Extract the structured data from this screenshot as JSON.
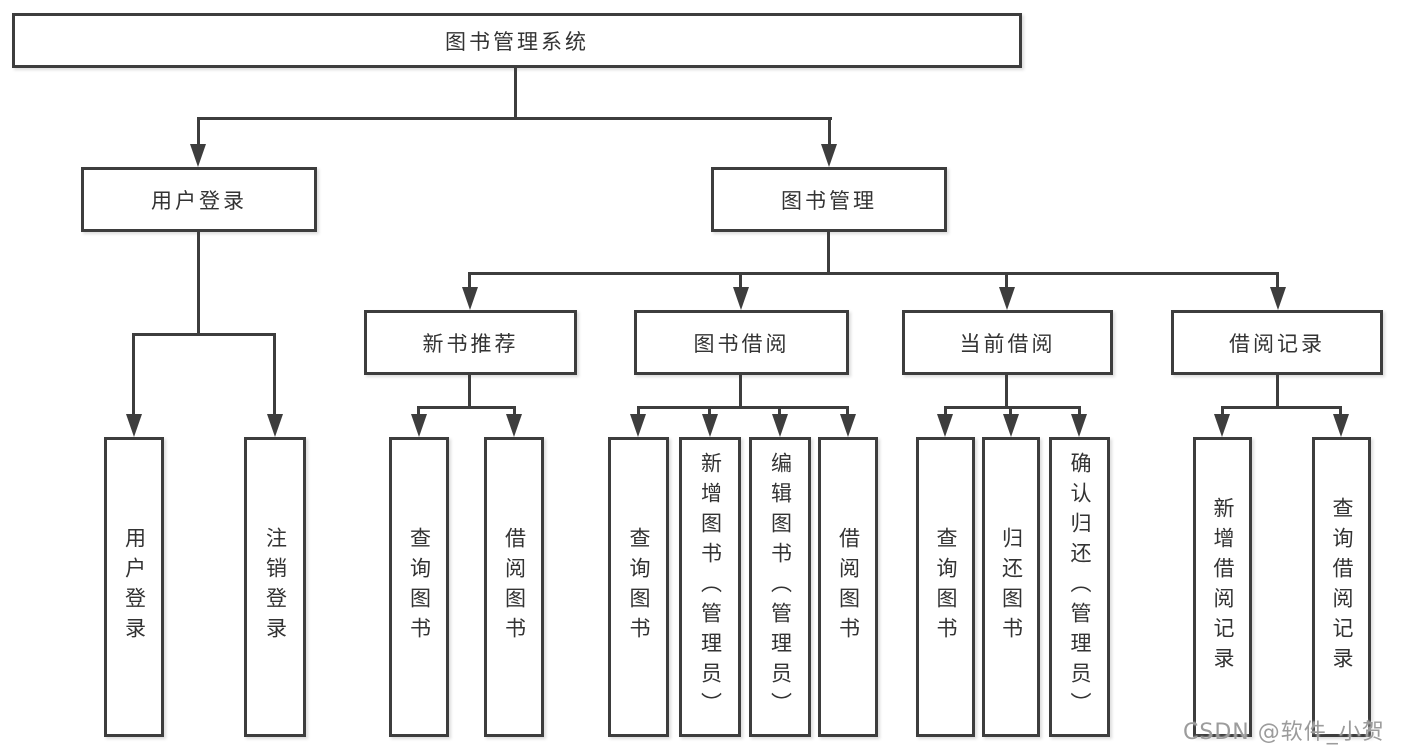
{
  "tree": {
    "root": {
      "label": "图书管理系统"
    },
    "user_login": {
      "label": "用户登录",
      "children": [
        {
          "label": "用户登录"
        },
        {
          "label": "注销登录"
        }
      ]
    },
    "book_mgmt": {
      "label": "图书管理",
      "children": [
        {
          "label": "新书推荐",
          "children": [
            {
              "label": "查询图书"
            },
            {
              "label": "借阅图书"
            }
          ]
        },
        {
          "label": "图书借阅",
          "children": [
            {
              "label": "查询图书"
            },
            {
              "label": "新增图书（管理员）"
            },
            {
              "label": "编辑图书（管理员）"
            },
            {
              "label": "借阅图书"
            }
          ]
        },
        {
          "label": "当前借阅",
          "children": [
            {
              "label": "查询图书"
            },
            {
              "label": "归还图书"
            },
            {
              "label": "确认归还（管理员）"
            }
          ]
        },
        {
          "label": "借阅记录",
          "children": [
            {
              "label": "新增借阅记录"
            },
            {
              "label": "查询借阅记录"
            }
          ]
        }
      ]
    }
  },
  "watermark": {
    "text": "CSDN @软件_小贺同学"
  },
  "colors": {
    "line": "#3d3d3d",
    "text": "#333333",
    "background": "#ffffff",
    "watermark": "#9c9c9c"
  }
}
